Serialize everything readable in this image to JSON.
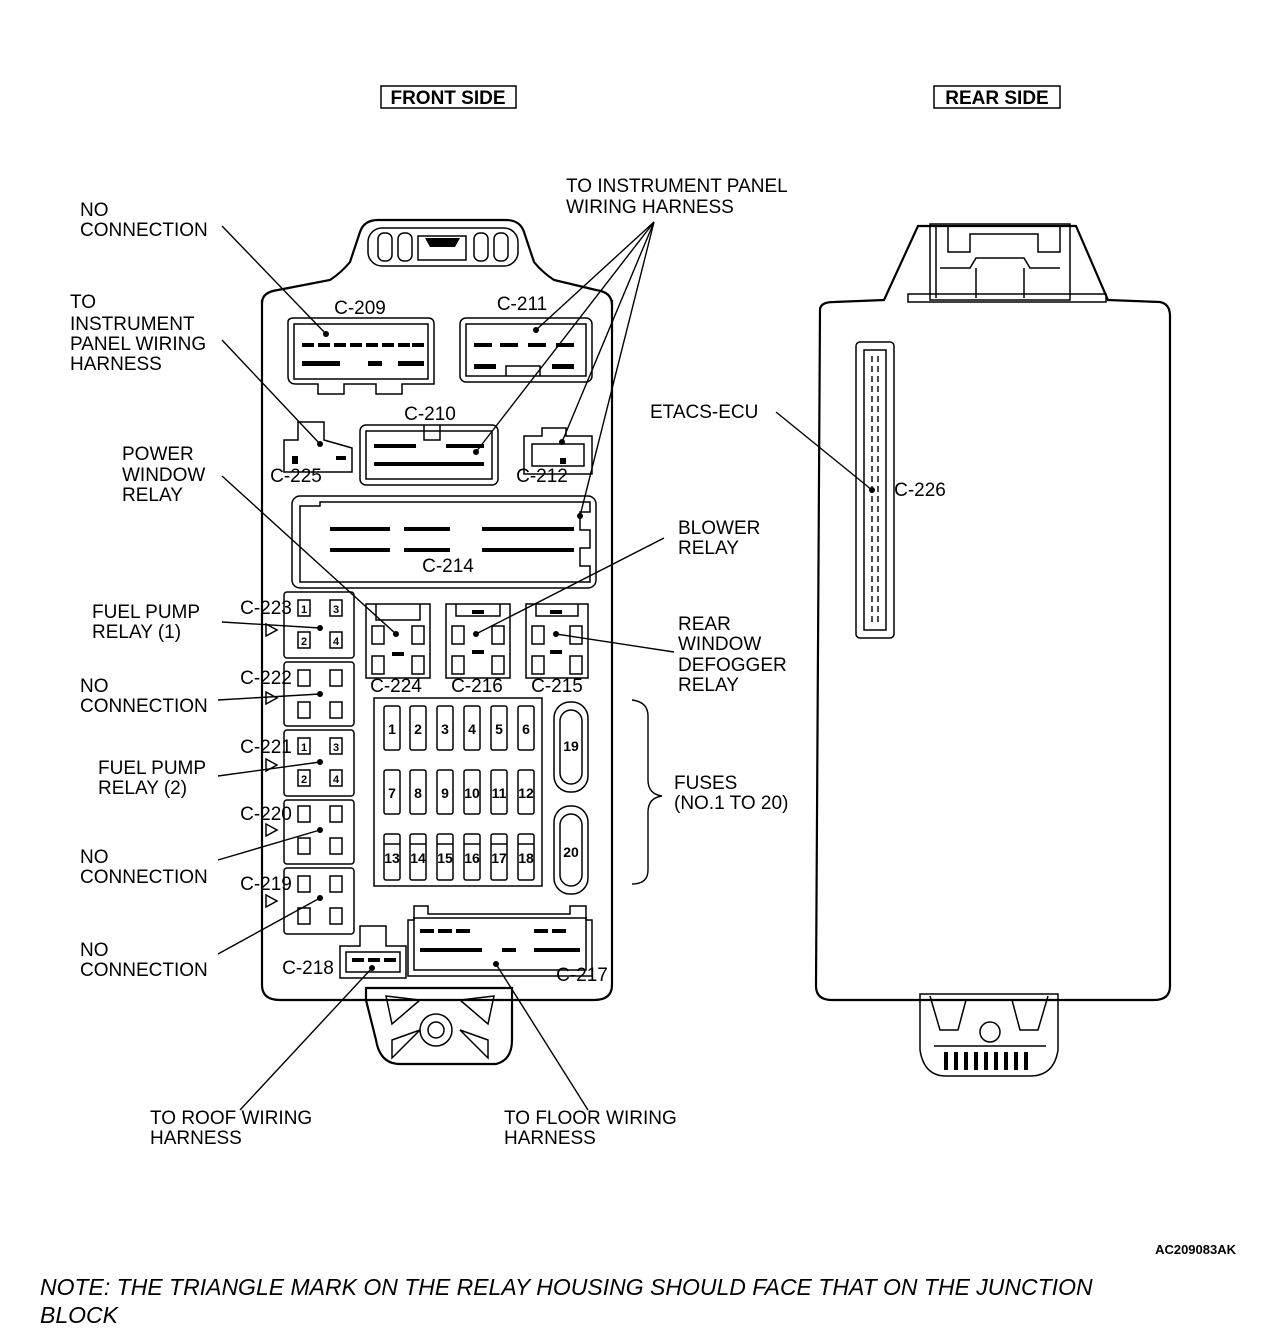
{
  "headers": {
    "front": "FRONT SIDE",
    "rear": "REAR SIDE"
  },
  "connectors": {
    "c209": "C-209",
    "c210": "C-210",
    "c211": "C-211",
    "c212": "C-212",
    "c214": "C-214",
    "c215": "C-215",
    "c216": "C-216",
    "c217": "C-217",
    "c218": "C-218",
    "c219": "C-219",
    "c220": "C-220",
    "c221": "C-221",
    "c222": "C-222",
    "c223": "C-223",
    "c224": "C-224",
    "c225": "C-225",
    "c226": "C-226"
  },
  "labels": {
    "no_connection_1": [
      "NO",
      "CONNECTION"
    ],
    "to_ip_harness_left": [
      "TO",
      "INSTRUMENT",
      "PANEL WIRING",
      "HARNESS"
    ],
    "to_ip_harness_top": [
      "TO INSTRUMENT PANEL",
      "WIRING HARNESS"
    ],
    "power_window_relay": [
      "POWER",
      "WINDOW",
      "RELAY"
    ],
    "fuel_pump_relay_1": [
      "FUEL PUMP",
      "RELAY (1)"
    ],
    "no_connection_2": [
      "NO",
      "CONNECTION"
    ],
    "fuel_pump_relay_2": [
      "FUEL PUMP",
      "RELAY (2)"
    ],
    "no_connection_3": [
      "NO",
      "CONNECTION"
    ],
    "no_connection_4": [
      "NO",
      "CONNECTION"
    ],
    "blower_relay": [
      "BLOWER",
      "RELAY"
    ],
    "rear_defogger_relay": [
      "REAR",
      "WINDOW",
      "DEFOGGER",
      "RELAY"
    ],
    "fuses": [
      "FUSES",
      "(NO.1 TO 20)"
    ],
    "etacs_ecu": "ETACS-ECU",
    "to_roof_harness": [
      "TO ROOF WIRING",
      "HARNESS"
    ],
    "to_floor_harness": [
      "TO FLOOR WIRING",
      "HARNESS"
    ]
  },
  "fuses": [
    "1",
    "2",
    "3",
    "4",
    "5",
    "6",
    "7",
    "8",
    "9",
    "10",
    "11",
    "12",
    "13",
    "14",
    "15",
    "16",
    "17",
    "18",
    "19",
    "20"
  ],
  "relay_pins": [
    "1",
    "3",
    "2",
    "4"
  ],
  "figure_code": "AC209083AK",
  "note": [
    "NOTE: THE TRIANGLE MARK ON THE RELAY HOUSING SHOULD FACE THAT ON THE JUNCTION",
    "BLOCK"
  ]
}
